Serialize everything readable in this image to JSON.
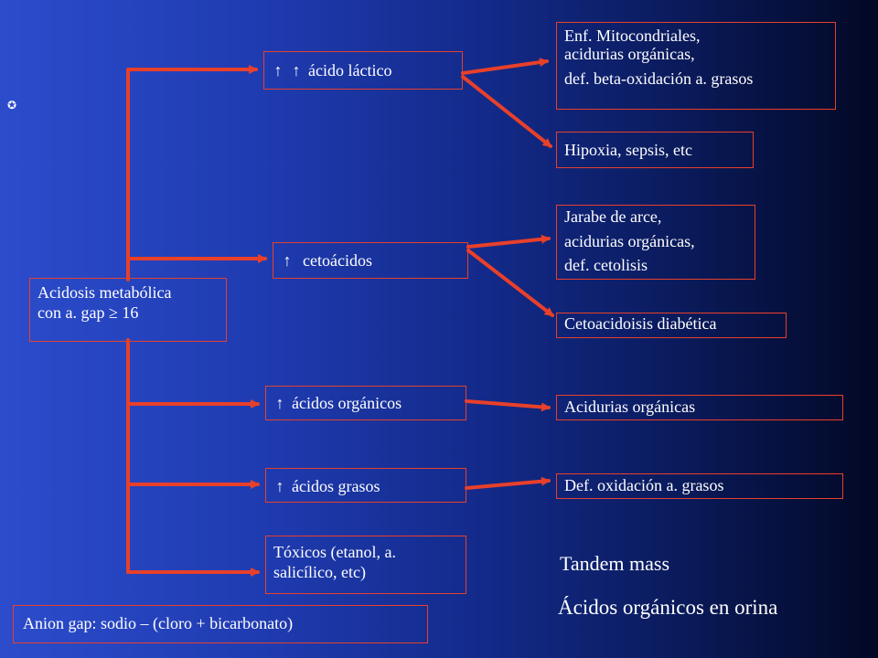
{
  "root": {
    "line1": "Acidosis metabólica",
    "line2_prefix": "con a. gap ",
    "line2_symbol": "≥",
    "line2_value": " 16"
  },
  "branches": {
    "lactic": "ácido láctico",
    "keto": "cetoácidos",
    "organic": "ácidos orgánicos",
    "fatty": "ácidos grasos",
    "toxic_line1": "Tóxicos (etanol, a.",
    "toxic_line2": "salicílico, etc)"
  },
  "arrow_symbol": "↑",
  "outcomes": {
    "mito_line1": "Enf. Mitocondriales,",
    "mito_line2": "acidurias orgánicas,",
    "mito_line3": "def. beta-oxidación a. grasos",
    "hypoxia": "Hipoxia, sepsis, etc",
    "maple_line1": "Jarabe de arce,",
    "maple_line2": "acidurias orgánicas,",
    "maple_line3": "def. cetolisis",
    "dka": "Cetoacidoisis diabética",
    "organic_acidurias": "Acidurias orgánicas",
    "fatty_ox": "Def. oxidación a. grasos"
  },
  "footer": {
    "anion_gap": "Anion gap: sodio – (cloro + bicarbonato)",
    "tandem": "Tandem mass",
    "urine": "Ácidos orgánicos en orina"
  },
  "stray_glyph": "✪",
  "colors": {
    "connector": "#e8402a",
    "text": "#ffffff"
  }
}
